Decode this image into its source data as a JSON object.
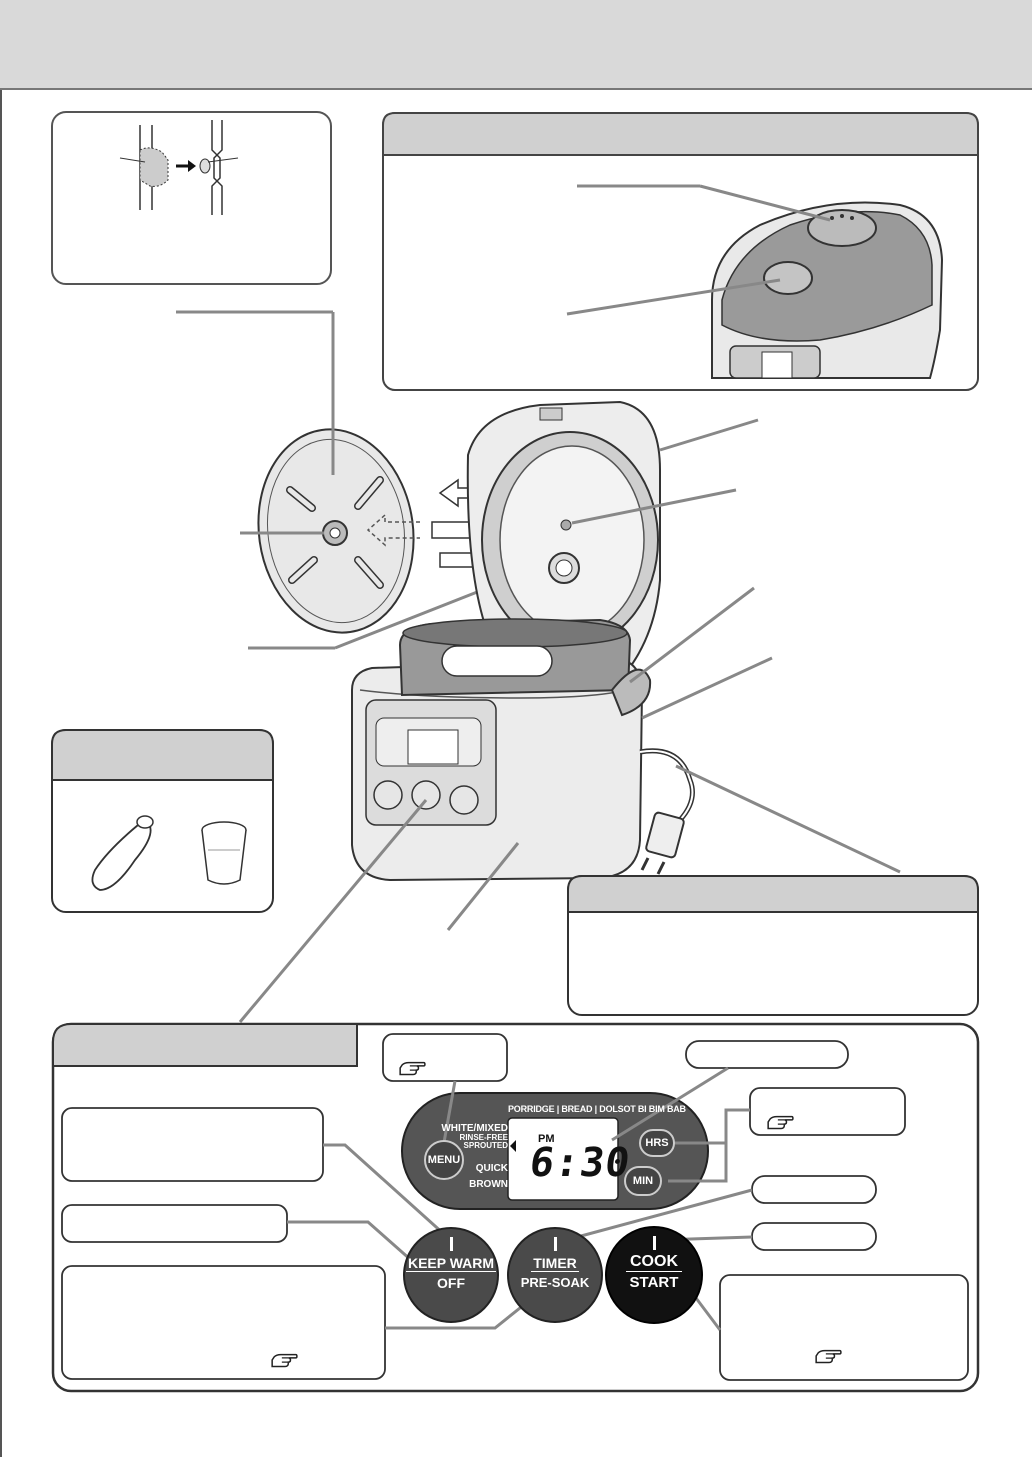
{
  "panel": {
    "menu_items_top": [
      "PORRIDGE",
      "BREAD",
      "DOLSOT BI BIM BAB"
    ],
    "menu_items_left": [
      "WHITE/MIXED",
      "RINSE-FREE",
      "SPROUTED",
      "QUICK",
      "BROWN"
    ],
    "display_ampm": "PM",
    "display_time": "6:30",
    "button_menu": "MENU",
    "button_hrs": "HRS",
    "button_min": "MIN",
    "button_keepwarm_top": "KEEP WARM",
    "button_keepwarm_bottom": "OFF",
    "button_timer_top": "TIMER",
    "button_timer_bottom": "PRE-SOAK",
    "button_cook_top": "COOK",
    "button_cook_bottom": "START"
  },
  "icons": [
    "pointing-hand-icon",
    "pointing-hand-icon",
    "pointing-hand-icon",
    "pointing-hand-icon"
  ],
  "colors": {
    "header_bar": "#d9d9d9",
    "callout_header": "#d0d0d0",
    "panel_dark": "#555555",
    "button_dark": "#444444",
    "cook_button": "#111111",
    "leader_lines": "#888888"
  }
}
